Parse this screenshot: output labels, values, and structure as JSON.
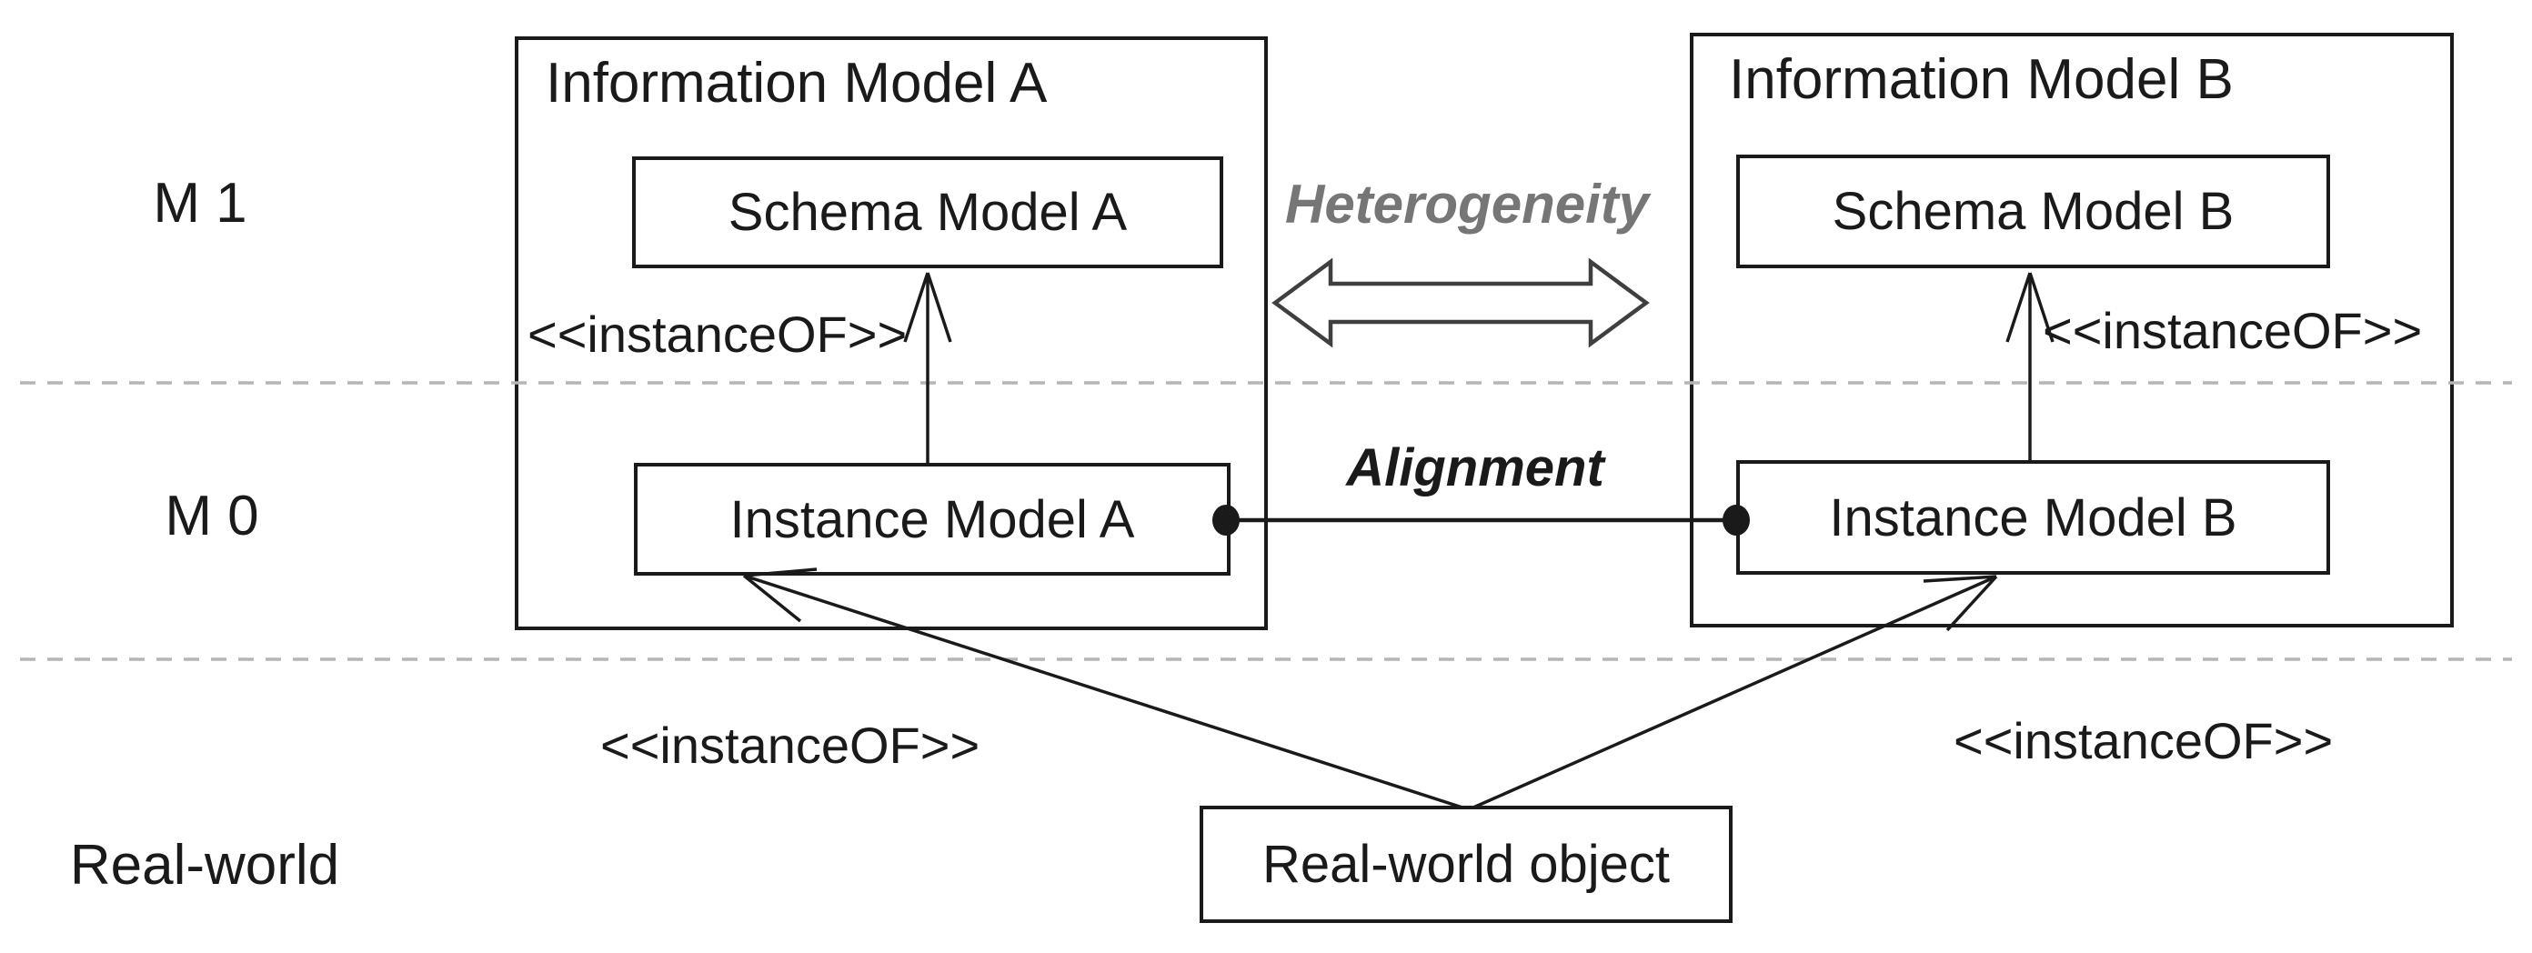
{
  "layers": {
    "m1": {
      "label": "M 1"
    },
    "m0": {
      "label": "M 0"
    },
    "real_world": {
      "label": "Real-world"
    }
  },
  "model_a": {
    "title": "Information Model A",
    "schema_label": "Schema Model A",
    "instance_label": "Instance Model A"
  },
  "model_b": {
    "title": "Information Model B",
    "schema_label": "Schema Model B",
    "instance_label": "Instance Model B"
  },
  "real_world_object": {
    "label": "Real-world object"
  },
  "relations": {
    "heterogeneity_label": "Heterogeneity",
    "alignment_label": "Alignment",
    "instance_of_top_left": "<<instanceOF>>",
    "instance_of_top_right": "<<instanceOF>>",
    "instance_of_bottom_left": "<<instanceOF>>",
    "instance_of_bottom_right": "<<instanceOF>>"
  },
  "colors": {
    "line": "#1a1a1a",
    "dashed_separator": "#b5b5b5",
    "double_arrow_outline": "#3f3f3f",
    "double_arrow_fill": "#ffffff",
    "heterogeneity_text": "#767676",
    "text": "#1a1a1a"
  }
}
